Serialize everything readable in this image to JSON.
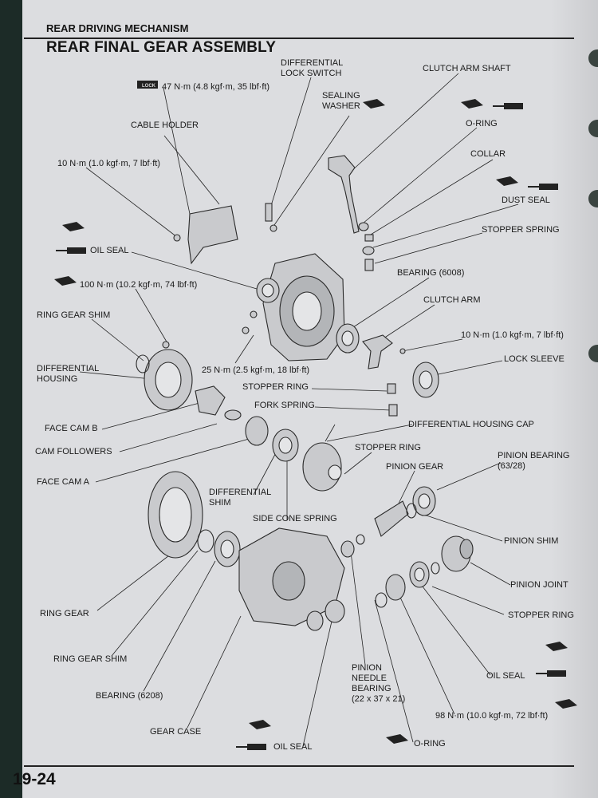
{
  "header": {
    "section": "REAR DRIVING MECHANISM",
    "title": "REAR FINAL GEAR ASSEMBLY"
  },
  "footer": {
    "page_number": "19-24"
  },
  "symbols": {
    "lock": "LOCK",
    "new": "NEW",
    "grease": "GREASE"
  },
  "labels": {
    "torque_47": "47 N·m (4.8 kgf·m, 35 lbf·ft)",
    "diff_lock_switch": "DIFFERENTIAL\nLOCK SWITCH",
    "sealing_washer": "SEALING\nWASHER",
    "clutch_arm_shaft": "CLUTCH ARM SHAFT",
    "o_ring_top": "O-RING",
    "cable_holder": "CABLE HOLDER",
    "collar": "COLLAR",
    "torque_10_top": "10 N·m (1.0 kgf·m, 7 lbf·ft)",
    "dust_seal": "DUST SEAL",
    "stopper_spring": "STOPPER SPRING",
    "oil_seal_top": "OIL SEAL",
    "bearing_6008": "BEARING (6008)",
    "torque_100": "100 N·m (10.2 kgf·m, 74 lbf·ft)",
    "clutch_arm": "CLUTCH ARM",
    "ring_gear_shim_top": "RING GEAR SHIM",
    "torque_10_right": "10 N·m (1.0 kgf·m, 7 lbf·ft)",
    "differential_housing": "DIFFERENTIAL\nHOUSING",
    "lock_sleeve": "LOCK SLEEVE",
    "torque_25": "25 N·m (2.5 kgf·m, 18 lbf·ft)",
    "stopper_ring_mid": "STOPPER RING",
    "fork_spring": "FORK SPRING",
    "face_cam_b": "FACE CAM B",
    "differential_housing_cap": "DIFFERENTIAL HOUSING CAP",
    "cam_followers": "CAM FOLLOWERS",
    "stopper_ring_b": "STOPPER RING",
    "pinion_gear": "PINION GEAR",
    "pinion_bearing": "PINION BEARING\n(63/28)",
    "face_cam_a": "FACE CAM A",
    "differential_shim": "DIFFERENTIAL\nSHIM",
    "side_cone_spring": "SIDE CONE SPRING",
    "pinion_shim": "PINION SHIM",
    "pinion_joint": "PINION JOINT",
    "ring_gear": "RING GEAR",
    "stopper_ring_low": "STOPPER RING",
    "ring_gear_shim_low": "RING GEAR SHIM",
    "pinion_needle_bearing": "PINION\nNEEDLE\nBEARING\n(22 x 37 x 21)",
    "oil_seal_right": "OIL SEAL",
    "bearing_6208": "BEARING (6208)",
    "torque_98": "98 N·m (10.0 kgf·m, 72 lbf·ft)",
    "gear_case": "GEAR CASE",
    "oil_seal_bottom": "OIL SEAL",
    "o_ring_bottom": "O-RING"
  }
}
